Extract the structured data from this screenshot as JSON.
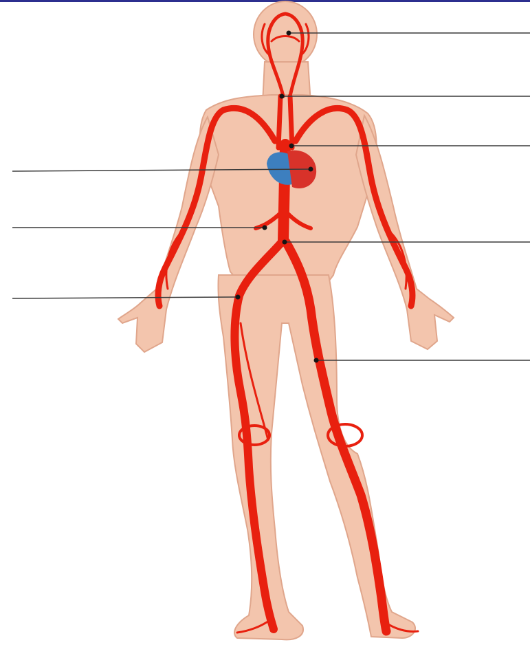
{
  "title": "",
  "colors": {
    "top_bar": "#2c2f8f",
    "skin": "#f3c5ad",
    "skin_shadow": "#e0a68c",
    "artery": "#e8200f",
    "artery_dark": "#c4160a",
    "heart_blue": "#3d7fbf",
    "heart_red": "#d8322a",
    "leader_line": "#3a3a3a",
    "leader_dot": "#151515",
    "background": "#ffffff"
  },
  "labels": [
    {
      "id": "label-head-arteries",
      "text": ""
    },
    {
      "id": "label-carotid",
      "text": ""
    },
    {
      "id": "label-aortic-arch",
      "text": ""
    },
    {
      "id": "label-heart",
      "text": ""
    },
    {
      "id": "label-renal",
      "text": ""
    },
    {
      "id": "label-abdominal-aorta",
      "text": ""
    },
    {
      "id": "label-iliac",
      "text": ""
    },
    {
      "id": "label-femoral",
      "text": ""
    }
  ]
}
